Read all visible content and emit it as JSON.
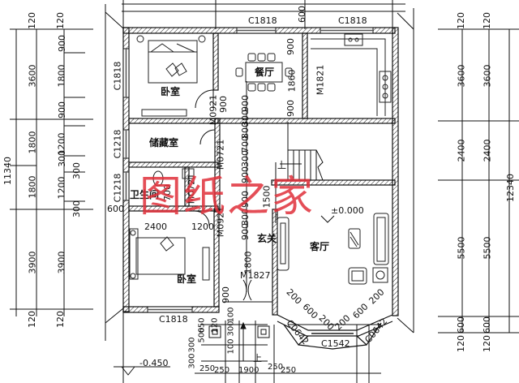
{
  "rooms": {
    "bedroom_top": "卧室",
    "dining": "餐厅",
    "storage": "储藏室",
    "bathroom": "卫生间",
    "bedroom_bottom": "卧室",
    "foyer": "玄关",
    "living": "客厅"
  },
  "doors": {
    "m0921_top": "M0921",
    "m0721_storage": "M0721",
    "m0721_bath": "M0721",
    "m0921_bottom": "M0921",
    "m1821": "M1821",
    "m1827": "M1827"
  },
  "windows": {
    "c1818_top_mid": "C1818",
    "c1818_top_right": "C1818",
    "c1818_left": "C1818",
    "c1218_a": "C1218",
    "c1218_b": "C1218",
    "c1818_bottom": "C1818",
    "c0642_left": "C0642",
    "c1542": "C1542",
    "c0642_right": "C0642"
  },
  "elevations": {
    "floor": "±0.000",
    "outside": "-0.450"
  },
  "stairs_label": "上",
  "entry_stairs_label": "上",
  "dims_left_outer": [
    "120",
    "3600",
    "1800",
    "1800",
    "3900",
    "120"
  ],
  "dims_left_inner": [
    "120",
    "900",
    "1800",
    "900",
    "300",
    "1200",
    "300",
    "1200",
    "300",
    "3900",
    "120"
  ],
  "dims_left_total": "11340",
  "dims_right_outer": [
    "120",
    "3600",
    "2400",
    "5500",
    "600",
    "120"
  ],
  "dims_right_inner": [
    "120",
    "3600",
    "2400",
    "5500",
    "600",
    "120"
  ],
  "dims_right_total": "12340",
  "dims_corridor": [
    "900",
    "300",
    "800",
    "700",
    "300",
    "900",
    "900",
    "300",
    "900",
    "1500",
    "1800"
  ],
  "dims_misc": {
    "d600_top": "600",
    "d900_a": "900",
    "d900_b": "900",
    "d900_c": "900",
    "d1860": "1860",
    "d600_left": "600",
    "d2400": "2400",
    "d1200": "1200",
    "d900_bed": "900",
    "d700": "700",
    "d900_bath": "900",
    "bay_200_a": "200",
    "bay_600_a": "600",
    "bay_200_b": "200",
    "bay_200_c": "200",
    "bay_600_b": "600",
    "bay_200_d": "200",
    "b650": "650",
    "b120": "120",
    "b100": "100",
    "b300": "300",
    "b500": "500",
    "b100b": "100",
    "b300b": "300",
    "b300c": "300",
    "b250a": "250",
    "b250b": "250",
    "b1900": "1900",
    "b250c": "250",
    "b250d": "250"
  },
  "watermark": "图纸之家"
}
